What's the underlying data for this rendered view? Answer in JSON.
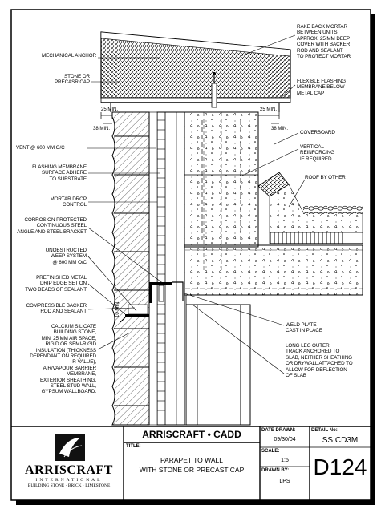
{
  "callouts_left": [
    {
      "id": "mechanical-anchor",
      "text": "MECHANICAL ANCHOR"
    },
    {
      "id": "stone-cap",
      "text": "STONE OR\nPRECASR CAP"
    },
    {
      "id": "vent",
      "text": "VENT @ 600 MM O/C"
    },
    {
      "id": "flashing-membrane",
      "text": "FLASHING MEMBRANE\nSURFACE ADHERE\nTO SUBSTRATE"
    },
    {
      "id": "mortar-drop",
      "text": "MORTAR DROP\nCONTROL"
    },
    {
      "id": "corrosion-angle",
      "text": "CORROSION PROTECTED\nCONTINUOUS STEEL\nANGLE AND STEEL BRACKET"
    },
    {
      "id": "weep-system",
      "text": "UNOBSTRUCTED\nWEEP SYSTEM\n@ 600 MM O/C"
    },
    {
      "id": "drip-edge",
      "text": "PREFINISHED METAL\nDRIP EDGE SET ON\nTWO BEADS OF SEALANT"
    },
    {
      "id": "backer-rod",
      "text": "COMPRESSIBLE BACKER\nROD AND SEALANT"
    },
    {
      "id": "wall-assembly",
      "text": "CALCIUM SILICATE\nBUILDING STONE,\nMIN. 25 MM AIR SPACE,\nRIGID OR SEMI-RIGID\nINSULATION (THICKNESS\nDEPENDANT ON REQUIRED\nR-VALUE),\nAIR/VAPOUR BARRIER\nMEMBRANE,\nEXTERIOR SHEATHING,\nSTEEL STUD WALL,\nGYPSUM WALLBOARD."
    }
  ],
  "callouts_right": [
    {
      "id": "rake-mortar",
      "text": "RAKE BACK MORTAR\nBETWEEN UNITS\nAPPROX. 25 MM DEEP\nCOVER WITH BACKER\nROD AND SEALANT\nTO PROTECT MORTAR"
    },
    {
      "id": "flexible-flashing",
      "text": "FLEXIBLE FLASHING\nMEMBRANE BELOW\nMETAL CAP"
    },
    {
      "id": "coverboard",
      "text": "COVERBOARD"
    },
    {
      "id": "vertical-reinforcing",
      "text": "VERTICAL\nREINFORCING\nIF REQUIRED"
    },
    {
      "id": "roof",
      "text": "ROOF BY OTHER"
    },
    {
      "id": "weld-plate",
      "text": "WELD PLATE\nCAST IN PLACE"
    },
    {
      "id": "track",
      "text": "LONG LEG OUTER\nTRACK ANCHORED TO\nSLAB, NEITHER SHEATHING\nOR DRYWALL ATTACHED TO\nALLOW FOR DEFLECTION\nOF SLAB"
    }
  ],
  "dimensions": {
    "d1": "25 MIN.",
    "d2": "38 MIN.",
    "d3": "25 MIN.",
    "d4": "38 MIN.",
    "d5": "10 MIN."
  },
  "title_block": {
    "company": "ARRISCRAFT",
    "company_sub": "INTERNATIONAL",
    "company_tag": "BUILDING STONE · BRICK · LIMESTONE",
    "header": "ARRISCRAFT • CADD",
    "title_label": "TITLE:",
    "title_line1": "PARAPET TO WALL",
    "title_line2": "WITH STONE OR PRECAST CAP",
    "date_label": "DATE DRAWN:",
    "date_value": "09/30/04",
    "scale_label": "SCALE:",
    "scale_value": "1:5",
    "drawn_label": "DRAWN BY:",
    "drawn_value": "LPS",
    "detail_label": "DETAIL No:",
    "detail_value": "SS CD3M",
    "sheet_number": "D124"
  }
}
